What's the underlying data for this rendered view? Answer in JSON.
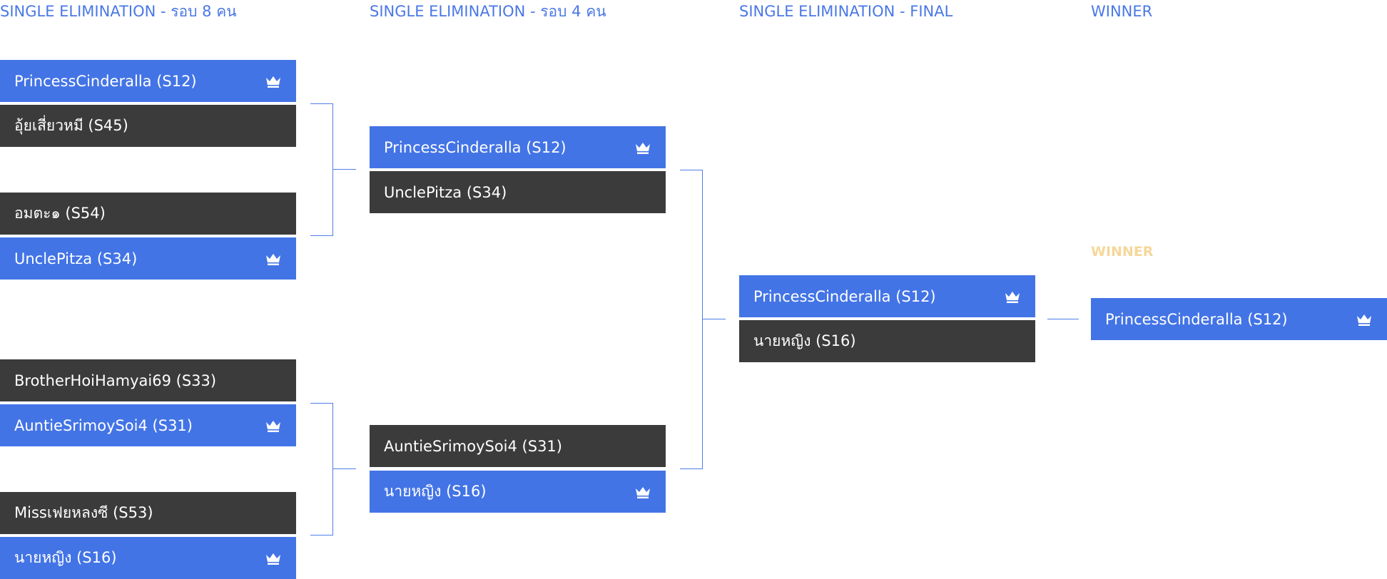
{
  "headings": {
    "round8": "SINGLE ELIMINATION - รอบ 8 คน",
    "round4": "SINGLE ELIMINATION - รอบ 4 คน",
    "final": "SINGLE ELIMINATION - FINAL",
    "winner": "WINNER"
  },
  "winner_label": "WINNER",
  "round8": [
    {
      "name": "PrincessCinderalla (S12)",
      "winner": true
    },
    {
      "name": "อุ้ยเสี่ยวหมี (S45)",
      "winner": false
    },
    {
      "name": "อมตะ๑ (S54)",
      "winner": false
    },
    {
      "name": "UnclePitza (S34)",
      "winner": true
    },
    {
      "name": "BrotherHoiHamyai69 (S33)",
      "winner": false
    },
    {
      "name": "AuntieSrimoySoi4 (S31)",
      "winner": true
    },
    {
      "name": "Missเฟยหลงซี (S53)",
      "winner": false
    },
    {
      "name": "นายหญิง (S16)",
      "winner": true
    }
  ],
  "round4": [
    {
      "name": "PrincessCinderalla (S12)",
      "winner": true
    },
    {
      "name": "UnclePitza (S34)",
      "winner": false
    },
    {
      "name": "AuntieSrimoySoi4 (S31)",
      "winner": false
    },
    {
      "name": "นายหญิง (S16)",
      "winner": true
    }
  ],
  "final": [
    {
      "name": "PrincessCinderalla (S12)",
      "winner": true
    },
    {
      "name": "นายหญิง (S16)",
      "winner": false
    }
  ],
  "champion": {
    "name": "PrincessCinderalla (S12)",
    "winner": true
  },
  "icons": {
    "winner_marker": "crown-icon"
  },
  "colors": {
    "winner": "#4374e6",
    "loser": "#3b3b3b",
    "heading": "#4a78e6",
    "connector": "#4f7ee8",
    "winner_label": "#f5d79b"
  }
}
